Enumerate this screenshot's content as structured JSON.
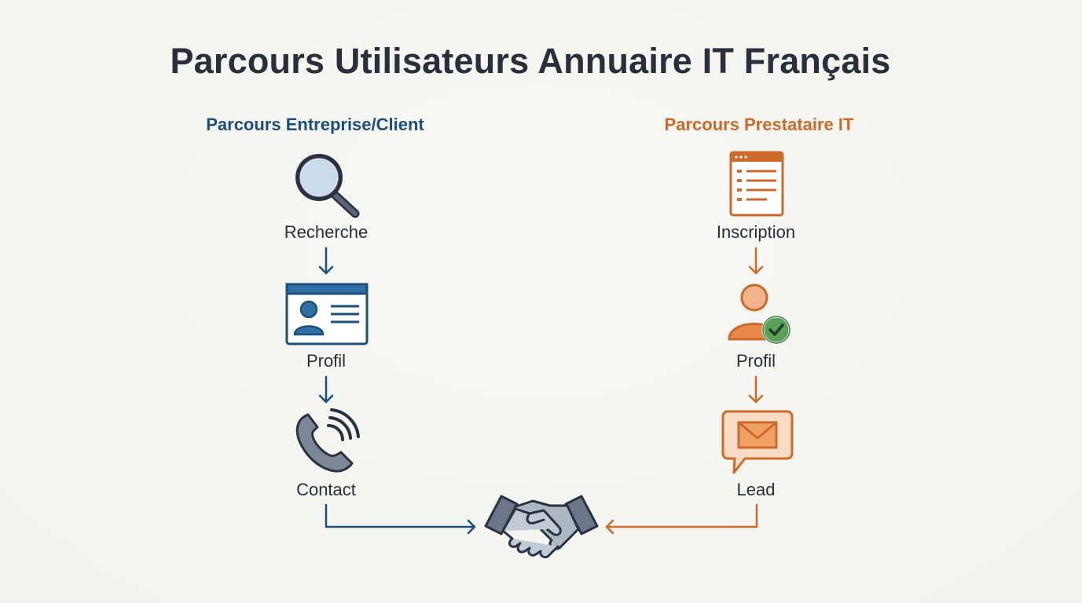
{
  "title": "Parcours Utilisateurs Annuaire IT Français",
  "left_path": {
    "title": "Parcours Entreprise/Client",
    "color": "#1c4f7a",
    "steps": [
      {
        "label": "Recherche",
        "icon": "magnifier-icon"
      },
      {
        "label": "Profil",
        "icon": "profile-card-icon"
      },
      {
        "label": "Contact",
        "icon": "phone-icon"
      }
    ]
  },
  "right_path": {
    "title": "Parcours Prestataire IT",
    "color": "#cc6a2a",
    "steps": [
      {
        "label": "Inscription",
        "icon": "form-icon"
      },
      {
        "label": "Profil",
        "icon": "verified-user-icon"
      },
      {
        "label": "Lead",
        "icon": "message-envelope-icon"
      }
    ]
  },
  "meeting_point": {
    "icon": "handshake-icon"
  }
}
